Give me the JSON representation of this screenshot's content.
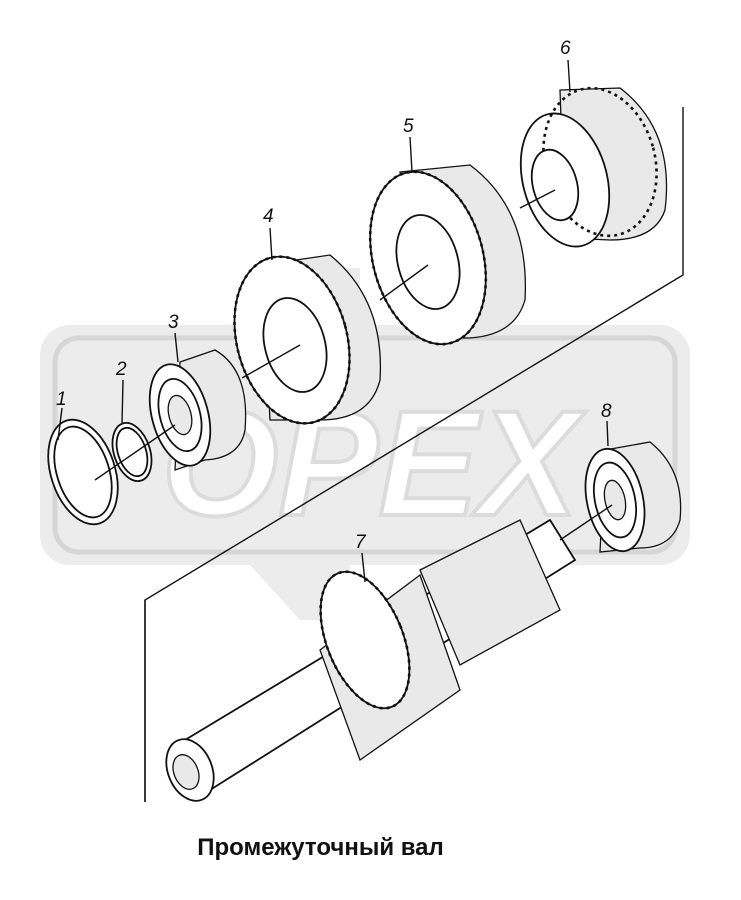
{
  "title": "Промежуточный вал",
  "watermark": "OPEX",
  "callouts": [
    "1",
    "2",
    "3",
    "4",
    "5",
    "6",
    "7",
    "8"
  ]
}
